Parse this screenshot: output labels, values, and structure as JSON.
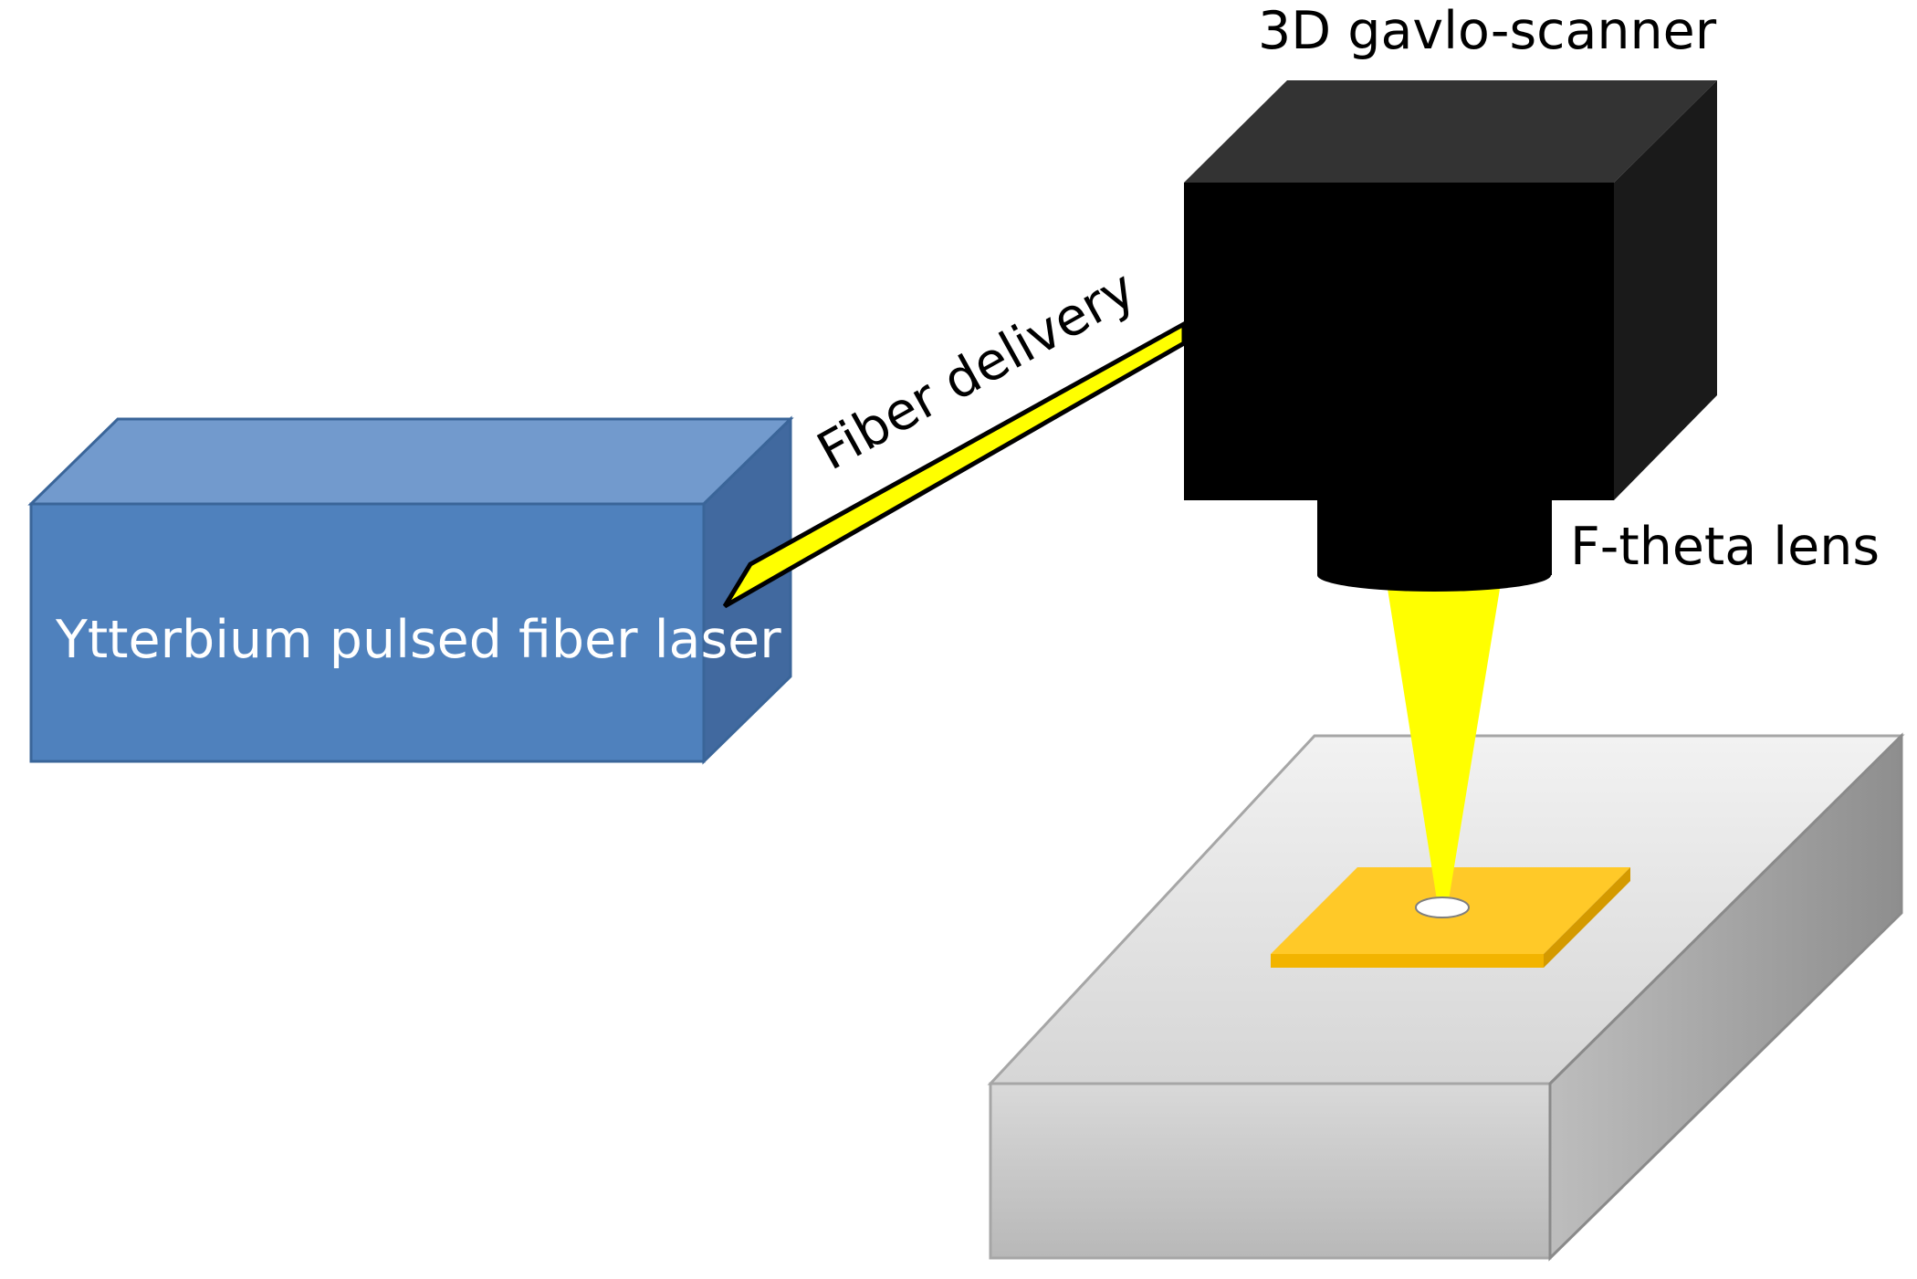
{
  "labels": {
    "laser": "Ytterbium pulsed fiber laser",
    "fiber": "Fiber delivery",
    "scanner": "3D gavlo-scanner",
    "lens": "F-theta lens"
  },
  "colors": {
    "laser_box": "#4f81bd",
    "beam": "#ffff00",
    "scanner": "#000000",
    "sample": "#ffc928",
    "stage": "#d9d9d9",
    "label_on_laser": "#ffffff",
    "label_default": "#000000"
  }
}
